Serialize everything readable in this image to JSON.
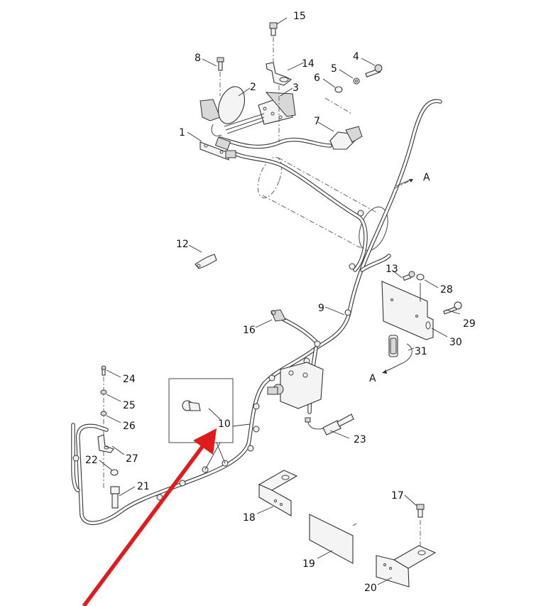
{
  "diagram": {
    "title": "Wiring harness exploded parts diagram",
    "callouts": [
      {
        "id": "c1",
        "text": "1"
      },
      {
        "id": "c2",
        "text": "2"
      },
      {
        "id": "c3",
        "text": "3"
      },
      {
        "id": "c4",
        "text": "4"
      },
      {
        "id": "c5",
        "text": "5"
      },
      {
        "id": "c6",
        "text": "6"
      },
      {
        "id": "c7",
        "text": "7"
      },
      {
        "id": "c8",
        "text": "8"
      },
      {
        "id": "c9",
        "text": "9"
      },
      {
        "id": "c10",
        "text": "10"
      },
      {
        "id": "c12",
        "text": "12"
      },
      {
        "id": "c13",
        "text": "13"
      },
      {
        "id": "c14",
        "text": "14"
      },
      {
        "id": "c15",
        "text": "15"
      },
      {
        "id": "c16",
        "text": "16"
      },
      {
        "id": "c17",
        "text": "17"
      },
      {
        "id": "c18",
        "text": "18"
      },
      {
        "id": "c19",
        "text": "19"
      },
      {
        "id": "c20",
        "text": "20"
      },
      {
        "id": "c21",
        "text": "21"
      },
      {
        "id": "c22",
        "text": "22"
      },
      {
        "id": "c23",
        "text": "23"
      },
      {
        "id": "c24",
        "text": "24"
      },
      {
        "id": "c25",
        "text": "25"
      },
      {
        "id": "c26",
        "text": "26"
      },
      {
        "id": "c27",
        "text": "27"
      },
      {
        "id": "c28",
        "text": "28"
      },
      {
        "id": "c29",
        "text": "29"
      },
      {
        "id": "c30",
        "text": "30"
      },
      {
        "id": "c31",
        "text": "31"
      }
    ],
    "connection_refs": [
      {
        "id": "refA1",
        "text": "A"
      },
      {
        "id": "refA2",
        "text": "A"
      }
    ],
    "highlight_arrow": {
      "color": "#e01b1b",
      "target": "10"
    }
  }
}
